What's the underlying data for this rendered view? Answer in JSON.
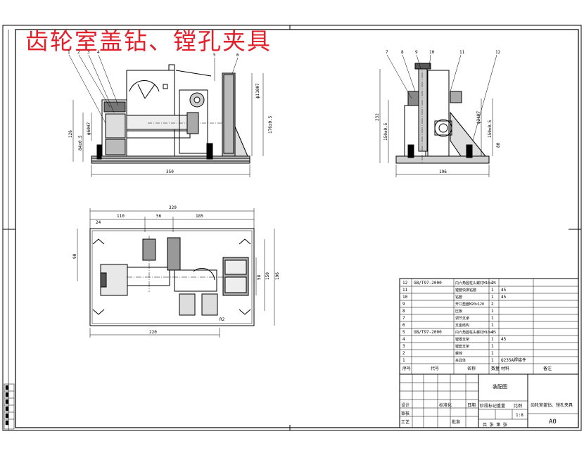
{
  "title": "齿轮室盖钻、镗孔夹具",
  "front_view": {
    "overall_width": "350",
    "height_total": "176±0.5",
    "height_left": "126",
    "dim_left_a": "84±0.5",
    "dim_left_b": "ϕ60H7",
    "dim_right": "ϕ110H7",
    "leaders": [
      "1",
      "2",
      "3",
      "4",
      "5",
      "6"
    ]
  },
  "side_view": {
    "overall_width": "196",
    "height_total": "232",
    "dim_a": "150±0.5",
    "dim_b": "150±0.5",
    "dim_c": "ϕ24H7",
    "dim_d": "80",
    "leaders": [
      "7",
      "8",
      "9",
      "10",
      "11",
      "12"
    ]
  },
  "top_view": {
    "overall_width": "329",
    "seg_a": "110",
    "seg_b": "56",
    "seg_c": "185",
    "seg_d": "24",
    "dim_left": "90",
    "dim_r1": "58",
    "dim_r2": "150",
    "dim_r3": "196",
    "bottom": "220",
    "angle": "R2"
  },
  "bom": {
    "rows": [
      {
        "no": "12",
        "code": "GB/T97-2000",
        "name": "内六角圆柱头螺钉M10×25",
        "qty": "2",
        "mat": "",
        "note": ""
      },
      {
        "no": "11",
        "code": "",
        "name": "镗套快换钻套",
        "qty": "1",
        "mat": "45",
        "note": ""
      },
      {
        "no": "10",
        "code": "",
        "name": "钻套",
        "qty": "1",
        "mat": "45",
        "note": ""
      },
      {
        "no": "9",
        "code": "",
        "name": "开口垫圈M20×120",
        "qty": "2",
        "mat": "",
        "note": ""
      },
      {
        "no": "8",
        "code": "",
        "name": "压板",
        "qty": "1",
        "mat": "",
        "note": ""
      },
      {
        "no": "7",
        "code": "",
        "name": "调节支承",
        "qty": "1",
        "mat": "",
        "note": ""
      },
      {
        "no": "6",
        "code": "",
        "name": "支座结构",
        "qty": "1",
        "mat": "",
        "note": ""
      },
      {
        "no": "5",
        "code": "GB/T97-2000",
        "name": "内六角圆柱头螺钉M10×25",
        "qty": "4",
        "mat": "",
        "note": ""
      },
      {
        "no": "4",
        "code": "",
        "name": "镗模支架",
        "qty": "1",
        "mat": "45",
        "note": ""
      },
      {
        "no": "3",
        "code": "",
        "name": "镗套支架",
        "qty": "1",
        "mat": "",
        "note": ""
      },
      {
        "no": "2",
        "code": "",
        "name": "螺栓",
        "qty": "1",
        "mat": "",
        "note": ""
      },
      {
        "no": "1",
        "code": "",
        "name": "夹具体",
        "qty": "1",
        "mat": "Q235A焊接件",
        "note": ""
      }
    ],
    "header": {
      "no": "序号",
      "code": "代号",
      "name": "名称",
      "qty": "数量",
      "mat": "材料",
      "note": "备注"
    }
  },
  "title_block": {
    "school": "装配图",
    "drawing_name": "齿轮室盖钻、镗孔夹具",
    "scale": "1:8",
    "paper": "A0",
    "labels": [
      "设计",
      "审核",
      "工艺",
      "批准",
      "标准化",
      "日期",
      "阶段标记",
      "重量",
      "比例",
      "共 张 第 张"
    ]
  }
}
